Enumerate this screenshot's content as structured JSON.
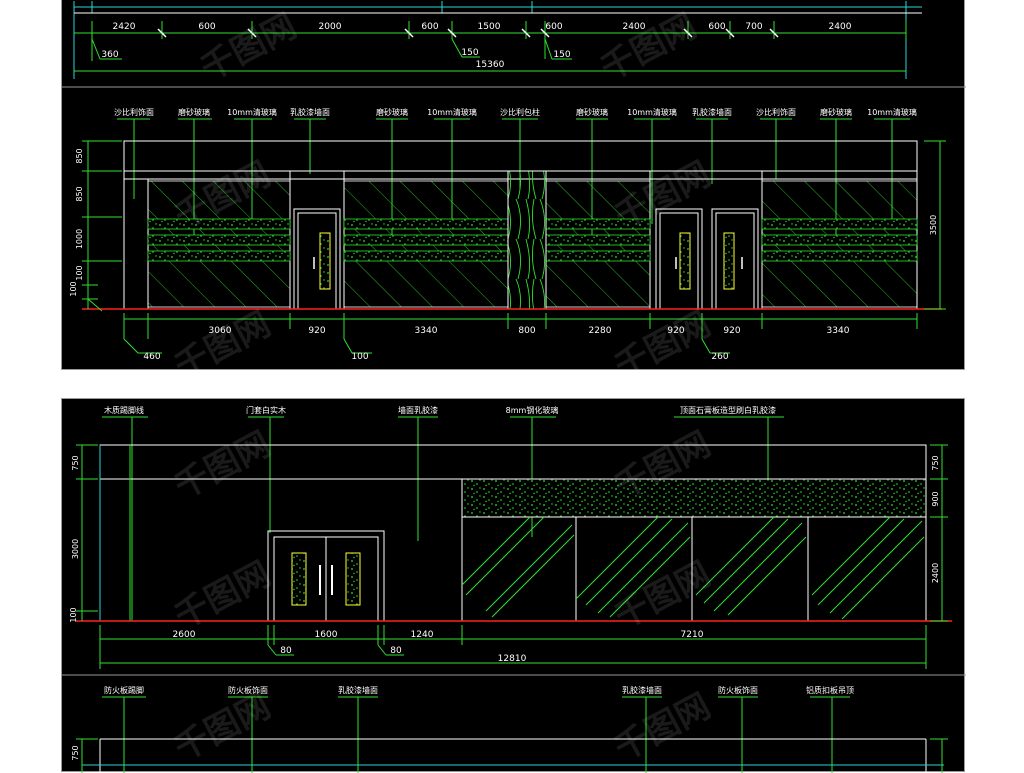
{
  "colors": {
    "green": "#2fe02f",
    "cyan": "#2ad6d6",
    "white": "#ffffff",
    "red": "#ff2020",
    "yellow": "#ffff33"
  },
  "drawing_1": {
    "top_dims": [
      "2420",
      "600",
      "2000",
      "600",
      "1500",
      "600",
      "2400",
      "600",
      "700",
      "2400"
    ],
    "top_small_dims": [
      "360",
      "150",
      "150"
    ],
    "top_total": "15360"
  },
  "drawing_2": {
    "callouts": [
      "沙比利饰面",
      "磨砂玻璃",
      "10mm清玻璃",
      "乳胶漆墙面",
      "磨砂玻璃",
      "10mm清玻璃",
      "沙比利包柱",
      "磨砂玻璃",
      "10mm清玻璃",
      "乳胶漆墙面",
      "沙比利饰面",
      "磨砂玻璃",
      "10mm清玻璃"
    ],
    "left_dims": [
      "850",
      "850",
      "1000",
      "100",
      "100"
    ],
    "right_dim": "3500",
    "bottom_dims": [
      "3060",
      "920",
      "3340",
      "800",
      "2280",
      "920",
      "920",
      "3340"
    ],
    "bottom_small_dims": [
      "460",
      "100",
      "260"
    ]
  },
  "drawing_3": {
    "callouts": [
      "木质踢脚线",
      "门套白实木",
      "墙面乳胶漆",
      "8mm钢化玻璃",
      "顶面石膏板造型刷白乳胶漆"
    ],
    "left_dims": [
      "750",
      "3000",
      "100"
    ],
    "right_dims": [
      "750",
      "900",
      "2400"
    ],
    "bottom_dims": [
      "2600",
      "1600",
      "1240",
      "7210"
    ],
    "bottom_small_dims": [
      "80",
      "80"
    ],
    "bottom_total": "12810"
  },
  "drawing_4": {
    "callouts": [
      "防火板踢脚",
      "防火板饰面",
      "乳胶漆墙面",
      "乳胶漆墙面",
      "防火板饰面",
      "铝质扣板吊顶"
    ],
    "left_dim": "750"
  },
  "watermark": "千图网"
}
